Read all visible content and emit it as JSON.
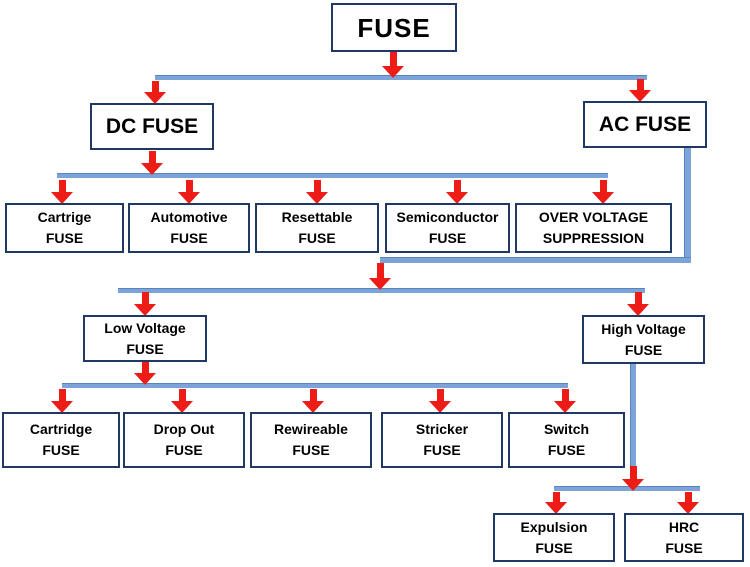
{
  "colors": {
    "box_border": "#1F3864",
    "connector": "#7CA4D8",
    "connector_edge": "#5A85BC",
    "arrow": "#ED1C16",
    "text": "#000000",
    "background": "#FFFFFF"
  },
  "nodes": {
    "fuse": {
      "label": "FUSE"
    },
    "dc_fuse": {
      "label": "DC FUSE"
    },
    "ac_fuse": {
      "label": "AC FUSE"
    },
    "cartrige_dc": {
      "line1": "Cartrige",
      "line2": "FUSE"
    },
    "automotive": {
      "line1": "Automotive",
      "line2": "FUSE"
    },
    "resettable": {
      "line1": "Resettable",
      "line2": "FUSE"
    },
    "semiconductor": {
      "line1": "Semiconductor",
      "line2": "FUSE"
    },
    "over_voltage": {
      "line1": "OVER VOLTAGE",
      "line2": "SUPPRESSION"
    },
    "low_voltage": {
      "line1": "Low Voltage",
      "line2": "FUSE"
    },
    "high_voltage": {
      "line1": "High Voltage",
      "line2": "FUSE"
    },
    "cartridge_lv": {
      "line1": "Cartridge",
      "line2": "FUSE"
    },
    "drop_out": {
      "line1": "Drop Out",
      "line2": "FUSE"
    },
    "rewireable": {
      "line1": "Rewireable",
      "line2": "FUSE"
    },
    "stricker": {
      "line1": "Stricker",
      "line2": "FUSE"
    },
    "switch": {
      "line1": "Switch",
      "line2": "FUSE"
    },
    "expulsion": {
      "line1": "Expulsion",
      "line2": "FUSE"
    },
    "hrc": {
      "line1": "HRC",
      "line2": "FUSE"
    }
  },
  "hierarchy": {
    "FUSE": [
      "DC FUSE",
      "AC FUSE"
    ],
    "DC FUSE": [
      "Cartrige FUSE",
      "Automotive FUSE",
      "Resettable FUSE",
      "Semiconductor FUSE",
      "OVER VOLTAGE SUPPRESSION"
    ],
    "AC FUSE": [
      "Low Voltage FUSE",
      "High Voltage FUSE"
    ],
    "Low Voltage FUSE": [
      "Cartridge FUSE",
      "Drop Out FUSE",
      "Rewireable FUSE",
      "Stricker FUSE",
      "Switch FUSE"
    ],
    "High Voltage FUSE": [
      "Expulsion FUSE",
      "HRC FUSE"
    ]
  }
}
